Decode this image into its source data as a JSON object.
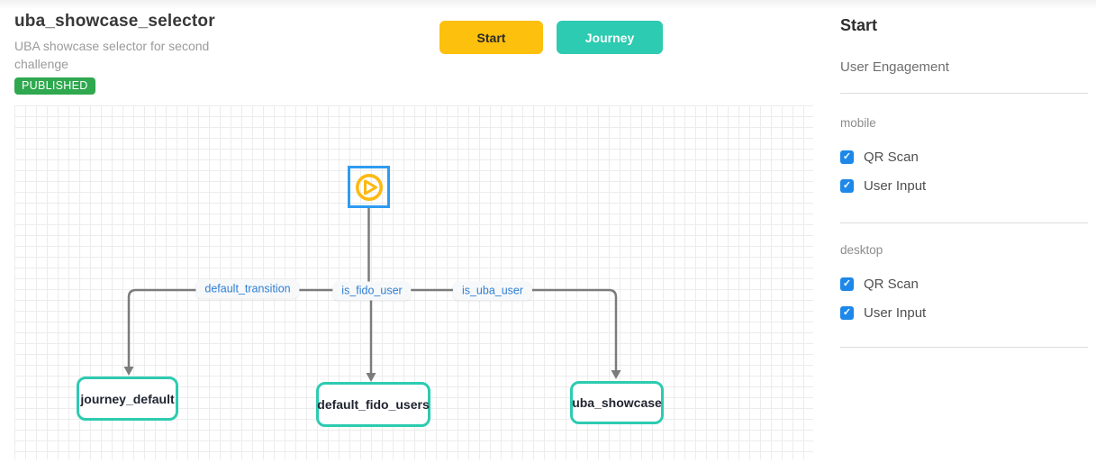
{
  "header": {
    "title": "uba_showcase_selector",
    "subtitle": "UBA showcase selector for second challenge",
    "status_badge": "PUBLISHED"
  },
  "toolbar": {
    "start_label": "Start",
    "journey_label": "Journey"
  },
  "canvas": {
    "edge_labels": [
      "default_transition",
      "is_fido_user",
      "is_uba_user"
    ],
    "nodes": [
      "journey_default",
      "default_fido_users",
      "uba_showcase"
    ],
    "start_node_icon": "play-icon"
  },
  "sidebar": {
    "title": "Start",
    "subtitle": "User Engagement",
    "sections": [
      {
        "label": "mobile",
        "options": [
          {
            "label": "QR Scan",
            "checked": true
          },
          {
            "label": "User Input",
            "checked": true
          }
        ]
      },
      {
        "label": "desktop",
        "options": [
          {
            "label": "QR Scan",
            "checked": true
          },
          {
            "label": "User Input",
            "checked": true
          }
        ]
      }
    ]
  },
  "icons": {
    "check": "✓"
  },
  "colors": {
    "accent_yellow": "#fdc00d",
    "accent_teal": "#2dcbb1",
    "published_green": "#2fa84f",
    "start_node_border": "#2e9bf2",
    "play_icon_yellow": "#fcb912",
    "edge_label_blue": "#2e7fd2",
    "checkbox_blue": "#1d88ea",
    "edge_line_gray": "#7b7b7b"
  }
}
